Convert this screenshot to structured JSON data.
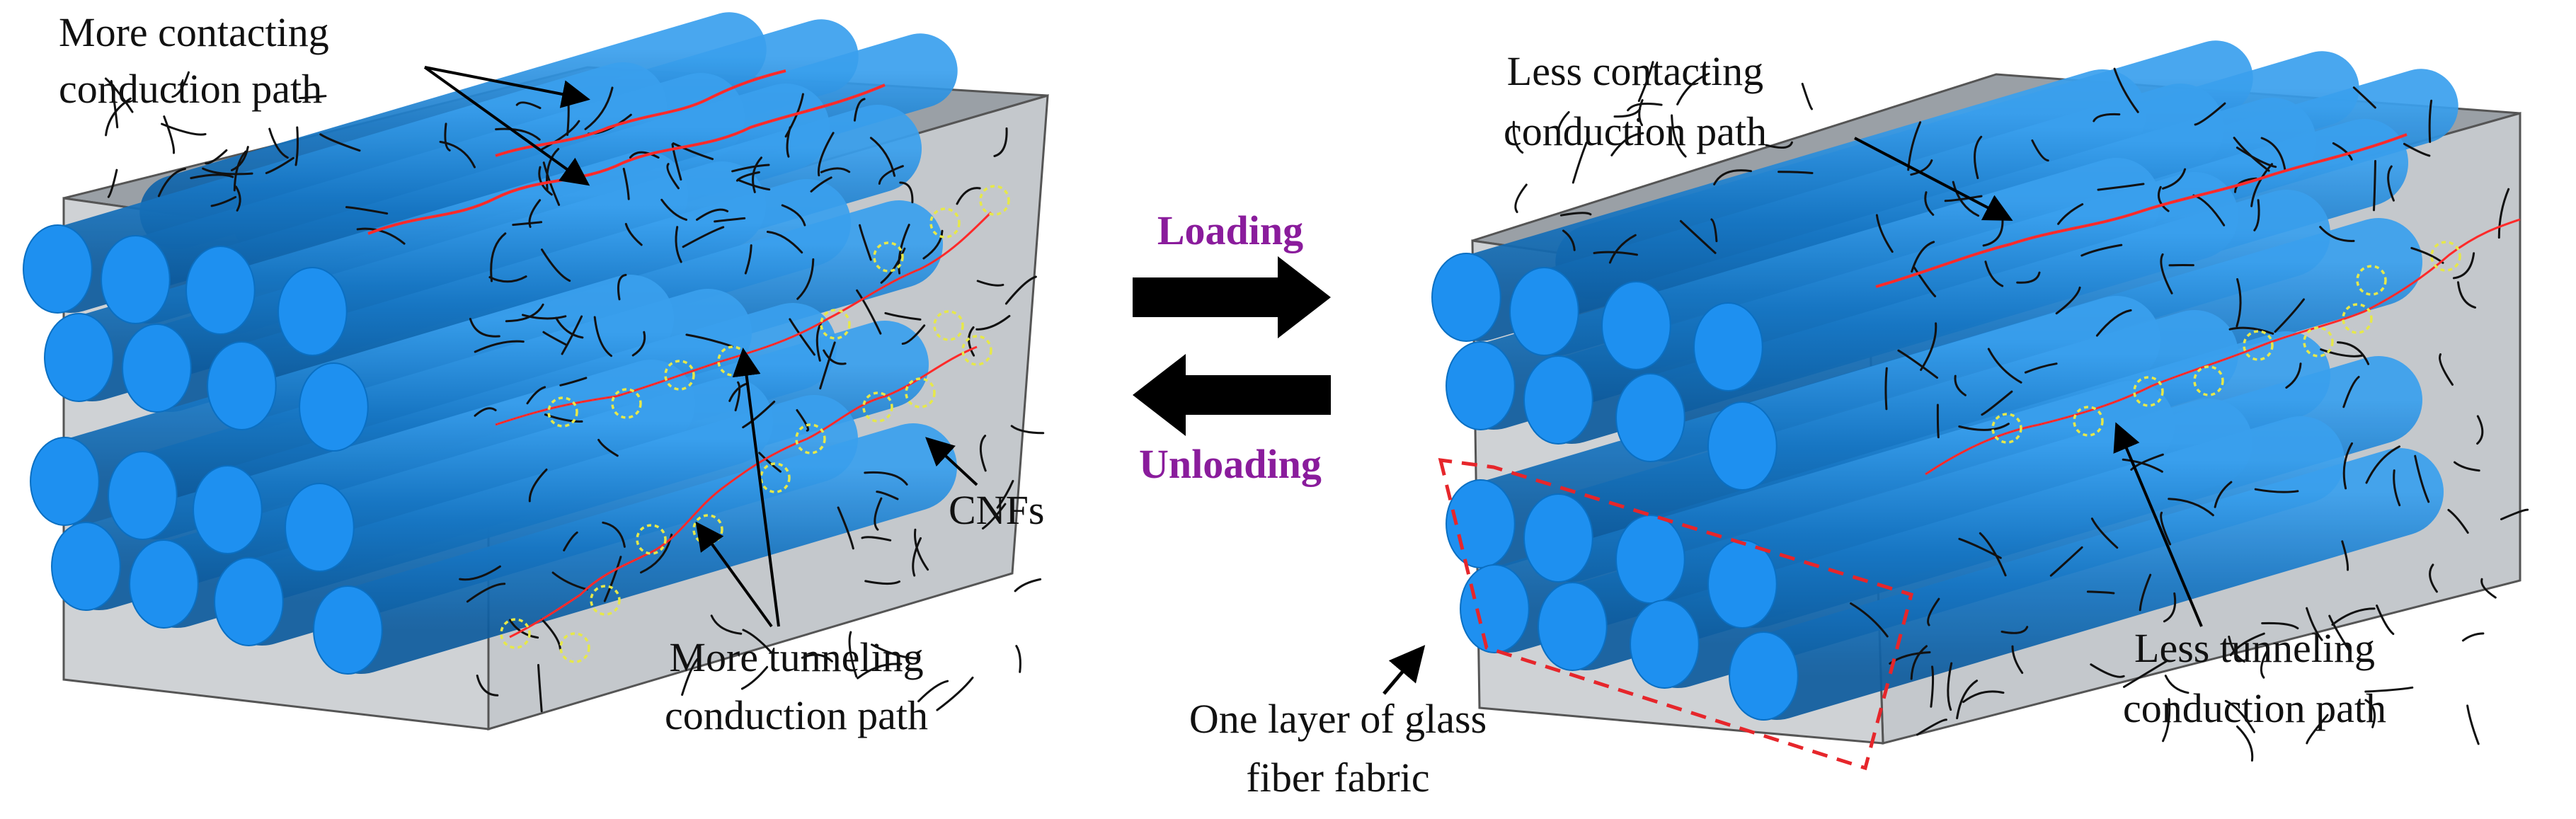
{
  "labels": {
    "left_contacting": [
      "More contacting",
      "conduction path"
    ],
    "left_tunneling": [
      "More tunneling",
      "conduction path"
    ],
    "cnfs": "CNFs",
    "loading": "Loading",
    "unloading": "Unloading",
    "right_contacting": [
      "Less contacting",
      "conduction path"
    ],
    "right_tunneling": [
      "Less tunneling",
      "conduction path"
    ],
    "layer": [
      "One layer of glass",
      "fiber fabric"
    ]
  },
  "colors": {
    "fiber_face": "#1e90f0",
    "fiber_body": "#1470b8",
    "matrix": "#b9bcc0",
    "cnf": "#111111",
    "conduction_path": "#ff2a2a",
    "tunneling_marker": "#e6e84a",
    "loading_text": "#8a1c9c",
    "arrow": "#000000",
    "layer_box": "#e6262b"
  },
  "icons": {
    "loading_arrow": "right-arrow-icon",
    "unloading_arrow": "left-arrow-icon"
  }
}
